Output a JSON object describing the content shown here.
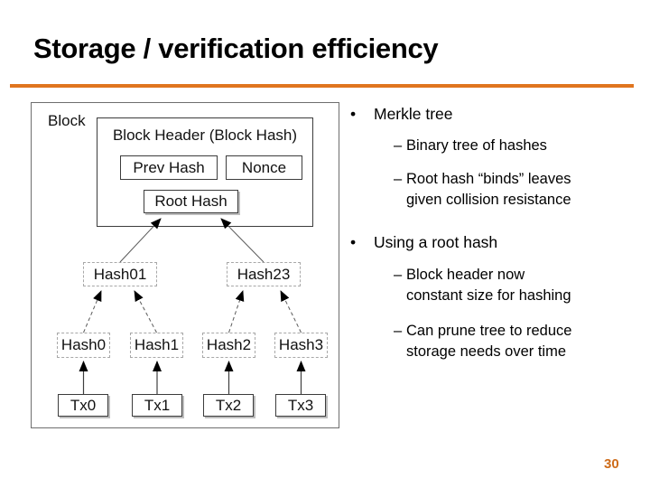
{
  "slide": {
    "title": "Storage / verification efficiency",
    "page_number": "30",
    "accent_color": "#E0751E",
    "page_number_color": "#CE6C1A"
  },
  "bullets": {
    "b1": {
      "marker": "•",
      "label": "Merkle tree",
      "sub1": {
        "marker": "–",
        "text": "Binary tree of hashes"
      },
      "sub2": {
        "marker": "–",
        "text": "Root hash “binds” leaves\ngiven collision resistance"
      }
    },
    "b2": {
      "marker": "•",
      "label": "Using a root hash",
      "sub1": {
        "marker": "–",
        "text": "Block header now\nconstant size for hashing"
      },
      "sub2": {
        "marker": "–",
        "text": "Can prune tree to reduce\nstorage needs over time"
      }
    }
  },
  "diagram": {
    "block_label": "Block",
    "header_title": "Block Header (Block Hash)",
    "prev_hash": "Prev Hash",
    "nonce": "Nonce",
    "root_hash": "Root Hash",
    "inner_hashes": [
      "Hash01",
      "Hash23"
    ],
    "leaf_hashes": [
      "Hash0",
      "Hash1",
      "Hash2",
      "Hash3"
    ],
    "transactions": [
      "Tx0",
      "Tx1",
      "Tx2",
      "Tx3"
    ]
  }
}
